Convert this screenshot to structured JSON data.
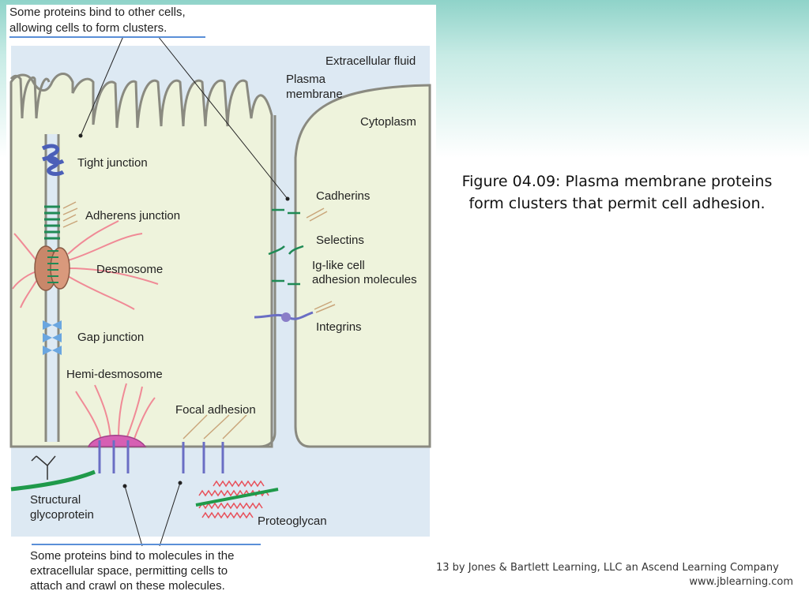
{
  "diagram": {
    "top_note": [
      "Some proteins bind to other cells,",
      "allowing cells to form clusters."
    ],
    "bottom_note": [
      "Some proteins bind to molecules in the",
      "extracellular space, permitting cells to",
      "attach and crawl on these molecules."
    ],
    "labels": {
      "extracellular_fluid": "Extracellular fluid",
      "plasma_membrane": [
        "Plasma",
        "membrane"
      ],
      "cytoplasm": "Cytoplasm",
      "tight_junction": "Tight junction",
      "adherens_junction": "Adherens junction",
      "desmosome": "Desmosome",
      "gap_junction": "Gap junction",
      "hemi_desmosome": "Hemi-desmosome",
      "focal_adhesion": "Focal adhesion",
      "cadherins": "Cadherins",
      "selectins": "Selectins",
      "ig_like": [
        "Ig-like cell",
        "adhesion molecules"
      ],
      "integrins": "Integrins",
      "structural_glycoprotein": [
        "Structural",
        "glycoprotein"
      ],
      "proteoglycan": "Proteoglycan"
    },
    "colors": {
      "extracellular": "#dde9f3",
      "cytoplasm": "#eef3dc",
      "membrane": "#8a8a80",
      "tight_junction": "#4b5fb8",
      "adherens": "#1f8a55",
      "desmosome": "#c8876a",
      "filament": "#f08a96",
      "gap_junction": "#6aa6e0",
      "hemi_plaque": "#d65fb3",
      "integrin": "#6a6ec4",
      "glycoprotein": "#1f9a4a",
      "proteoglycan": "#e8505a",
      "note_line": "#5a8fd8"
    }
  },
  "caption": "Figure 04.09: Plasma membrane proteins form clusters that permit cell adhesion.",
  "credit": {
    "line1": "13 by Jones & Bartlett Learning, LLC an Ascend Learning Company",
    "line2": "www.jblearning.com"
  }
}
